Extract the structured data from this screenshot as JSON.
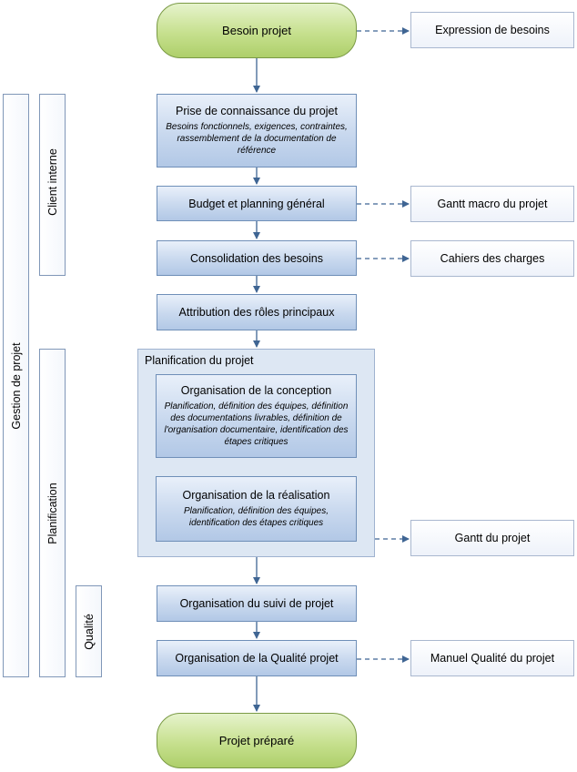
{
  "terminals": {
    "start": "Besoin projet",
    "end": "Projet préparé"
  },
  "steps": {
    "prise": {
      "title": "Prise de connaissance du projet",
      "detail": "Besoins fonctionnels, exigences, contraintes, rassemblement de la documentation de référence"
    },
    "budget": {
      "title": "Budget et planning général"
    },
    "consolidation": {
      "title": "Consolidation des besoins"
    },
    "attribution": {
      "title": "Attribution des rôles principaux"
    },
    "planification_group": {
      "title": "Planification du projet"
    },
    "org_conception": {
      "title": "Organisation de la conception",
      "detail": "Planification, définition des équipes, définition des documentations livrables, définition de l'organisation documentaire, identification des étapes critiques"
    },
    "org_realisation": {
      "title": "Organisation de la réalisation",
      "detail": "Planification, définition des équipes, identification des étapes critiques"
    },
    "suivi": {
      "title": "Organisation du suivi de projet"
    },
    "qualite": {
      "title": "Organisation de la Qualité projet"
    }
  },
  "outputs": {
    "expression": "Expression de besoins",
    "gantt_macro": "Gantt macro du projet",
    "cahiers": "Cahiers des charges",
    "gantt": "Gantt du projet",
    "manuel": "Manuel Qualité du projet"
  },
  "lanes": {
    "gestion": "Gestion de projet",
    "client": "Client interne",
    "planification": "Planification",
    "qualite": "Qualité"
  },
  "colors": {
    "arrow": "#3f6593",
    "dashed_connector": "#3f6593",
    "terminal_fill": "#c6e08e",
    "step_fill": "#c8d8ee",
    "group_fill": "#dde7f3"
  }
}
